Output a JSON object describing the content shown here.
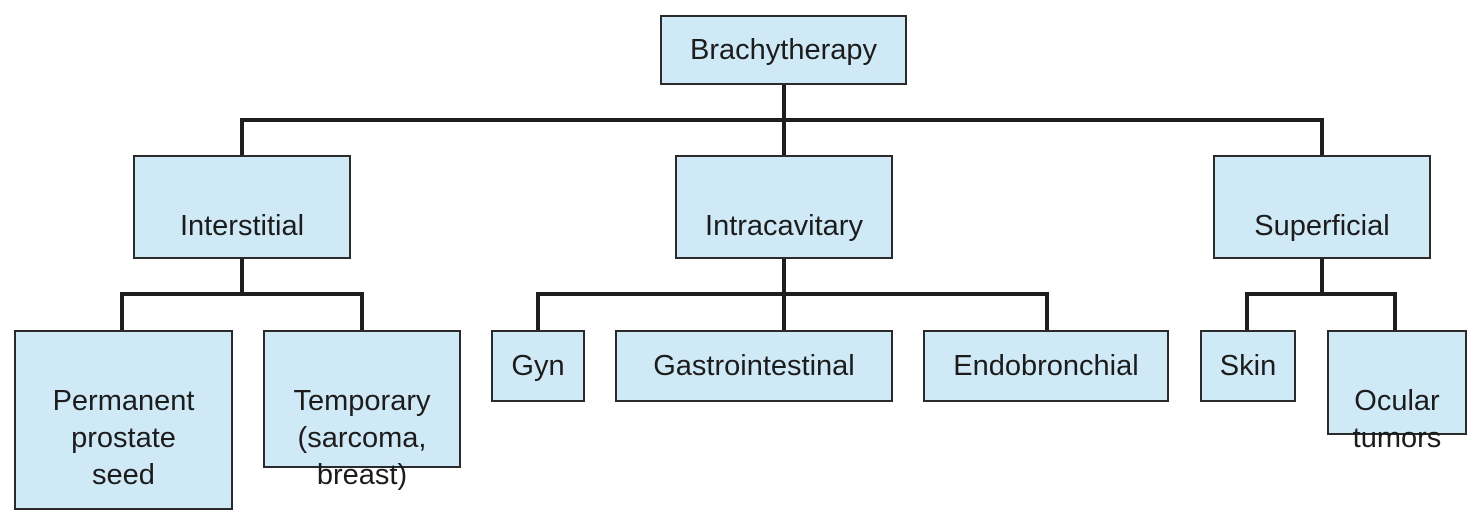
{
  "root": {
    "label": "Brachytherapy"
  },
  "categories": [
    {
      "label": "Interstitial"
    },
    {
      "label": "Intracavitary"
    },
    {
      "label": "Superficial"
    }
  ],
  "leaves": {
    "interstitial": [
      {
        "label": "Permanent\nprostate\nseed"
      },
      {
        "label": "Temporary\n(sarcoma,\nbreast)"
      }
    ],
    "intracavitary": [
      {
        "label": "Gyn"
      },
      {
        "label": "Gastrointestinal"
      },
      {
        "label": "Endobronchial"
      }
    ],
    "superficial": [
      {
        "label": "Skin"
      },
      {
        "label": "Ocular\ntumors"
      }
    ]
  },
  "colors": {
    "box_fill": "#cfe9f6",
    "box_border": "#2b2b2b",
    "connector": "#1e1e1e"
  }
}
